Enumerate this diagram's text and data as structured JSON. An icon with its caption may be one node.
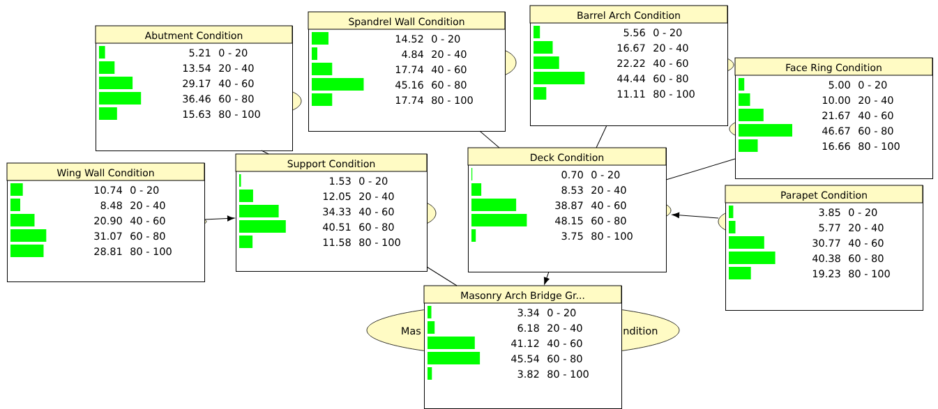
{
  "diagram": {
    "nodes": [
      {
        "text": [
          "Abutment Condition",
          "5.21",
          "0 - 20",
          "13.54",
          "20 - 40",
          "29.17",
          "40 - 60",
          "36.46",
          "60 - 80",
          "15.63",
          "80 - 100"
        ]
      },
      {
        "text": [
          "Spandrel Wall Condition",
          "14.52",
          "0 - 20",
          "4.84",
          "20 - 40",
          "17.74",
          "40 - 60",
          "45.16",
          "60 - 80",
          "17.74",
          "80 - 100"
        ]
      },
      {
        "text": [
          "Barrel Arch Condition",
          "5.56",
          "0 - 20",
          "16.67",
          "20 - 40",
          "22.22",
          "40 - 60",
          "44.44",
          "60 - 80",
          "11.11",
          "80 - 100"
        ]
      },
      {
        "text": [
          "Face Ring Condition",
          "5.00",
          "0 - 20",
          "10.00",
          "20 - 40",
          "21.67",
          "40 - 60",
          "46.67",
          "60 - 80",
          "16.66",
          "80 - 100"
        ]
      },
      {
        "text": [
          "Wing Wall Condition",
          "10.74",
          "0 - 20",
          "8.48",
          "20 - 40",
          "20.90",
          "40 - 60",
          "31.07",
          "60 - 80",
          "28.81",
          "80 - 100"
        ]
      },
      {
        "text": [
          "Support Condition",
          "1.53",
          "0 - 20",
          "12.05",
          "20 - 40",
          "34.33",
          "40 - 60",
          "40.51",
          "60 - 80",
          "11.58",
          "80 - 100"
        ]
      },
      {
        "text": [
          "Deck Condition",
          "0.70",
          "0 - 20",
          "8.53",
          "20 - 40",
          "38.87",
          "40 - 60",
          "48.15",
          "60 - 80",
          "3.75",
          "80 - 100"
        ]
      },
      {
        "text": [
          "Parapet Condition",
          "3.85",
          "0 - 20",
          "5.77",
          "20 - 40",
          "30.77",
          "40 - 60",
          "40.38",
          "60 - 80",
          "19.23",
          "80 - 100"
        ]
      },
      {
        "text": [
          "Masonry Arch Bridge Gr...",
          "3.34",
          "0 - 20",
          "6.18",
          "20 - 40",
          "41.12",
          "40 - 60",
          "45.54",
          "60 - 80",
          "3.82",
          "80 - 100"
        ]
      }
    ],
    "edges": [
      {
        "from": 0,
        "to": 5,
        "arrow": "none"
      },
      {
        "from": 4,
        "to": 5,
        "arrow": "to"
      },
      {
        "from": 1,
        "to": 6,
        "arrow": "none"
      },
      {
        "from": 2,
        "to": 6,
        "arrow": "none"
      },
      {
        "from": 3,
        "to": 6,
        "arrow": "none"
      },
      {
        "from": 7,
        "to": 6,
        "arrow": "to"
      },
      {
        "from": 5,
        "to": 8,
        "arrow": "none"
      },
      {
        "from": 6,
        "to": 8,
        "arrow": "to"
      }
    ],
    "labels": [
      "Mas",
      "ndition"
    ]
  }
}
